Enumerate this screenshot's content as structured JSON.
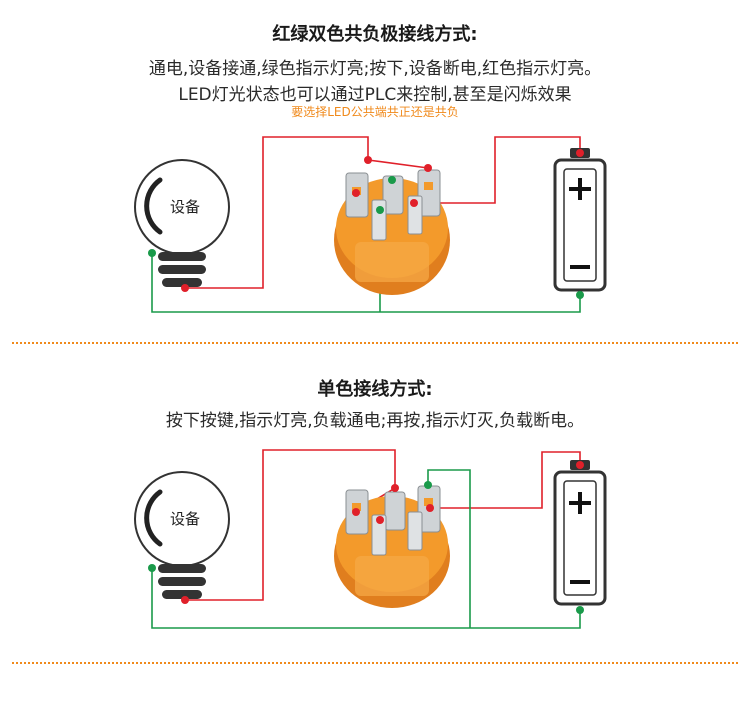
{
  "section1": {
    "title": "红绿双色共负极接线方式:",
    "line1": "通电,设备接通,绿色指示灯亮;按下,设备断电,红色指示灯亮。",
    "line2": "LED灯光状态也可以通过PLC来控制,甚至是闪烁效果",
    "note": "要选择LED公共端共正还是共负",
    "bulb_label": "设备"
  },
  "section2": {
    "title": "单色接线方式:",
    "line1": "按下按键,指示灯亮,负载通电;再按,指示灯灭,负载断电。",
    "bulb_label": "设备"
  },
  "colors": {
    "accent": "#f08a1c",
    "red_wire": "#e0202a",
    "green_wire": "#1a9a4a",
    "switch_body": "#f39a2b",
    "switch_dark": "#d9761a",
    "battery_stroke": "#333333"
  }
}
